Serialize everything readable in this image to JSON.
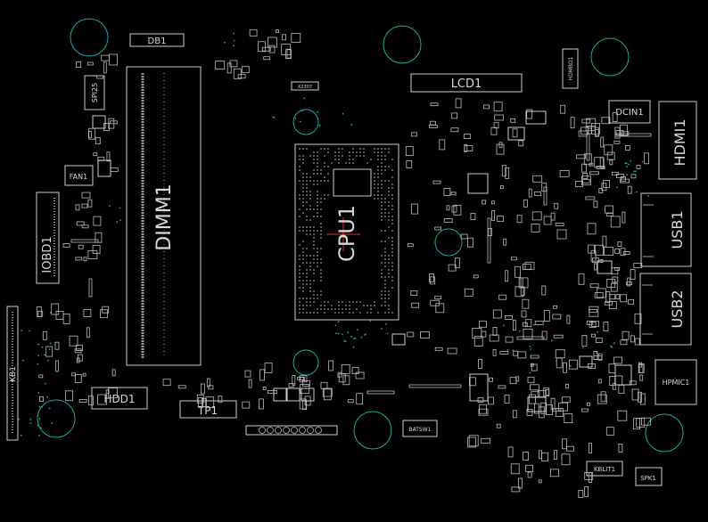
{
  "board": {
    "background": "#000000",
    "silkscreen_color": "#cfcfcf",
    "mounting_hole_color": "#1fa7a0"
  },
  "labels": {
    "db1": "DB1",
    "lcd1": "LCD1",
    "hdmbd1": "HDMBD1",
    "dcin1": "DCIN1",
    "hdmi1": "HDMI1",
    "spi25": "SPI25",
    "fan1": "FAN1",
    "dimm1": "DIMM1",
    "iobd1": "IOBD1",
    "cpu1": "CPU1",
    "x2307": "X2307",
    "usb1": "USB1",
    "usb2": "USB2",
    "hpmic1": "HPMIC1",
    "kb1": "KB1",
    "hdd1": "HDD1",
    "tp1": "TP1",
    "batsw1": "BATSW1",
    "kblit1": "KBLIT1",
    "spk1": "SPK1"
  }
}
